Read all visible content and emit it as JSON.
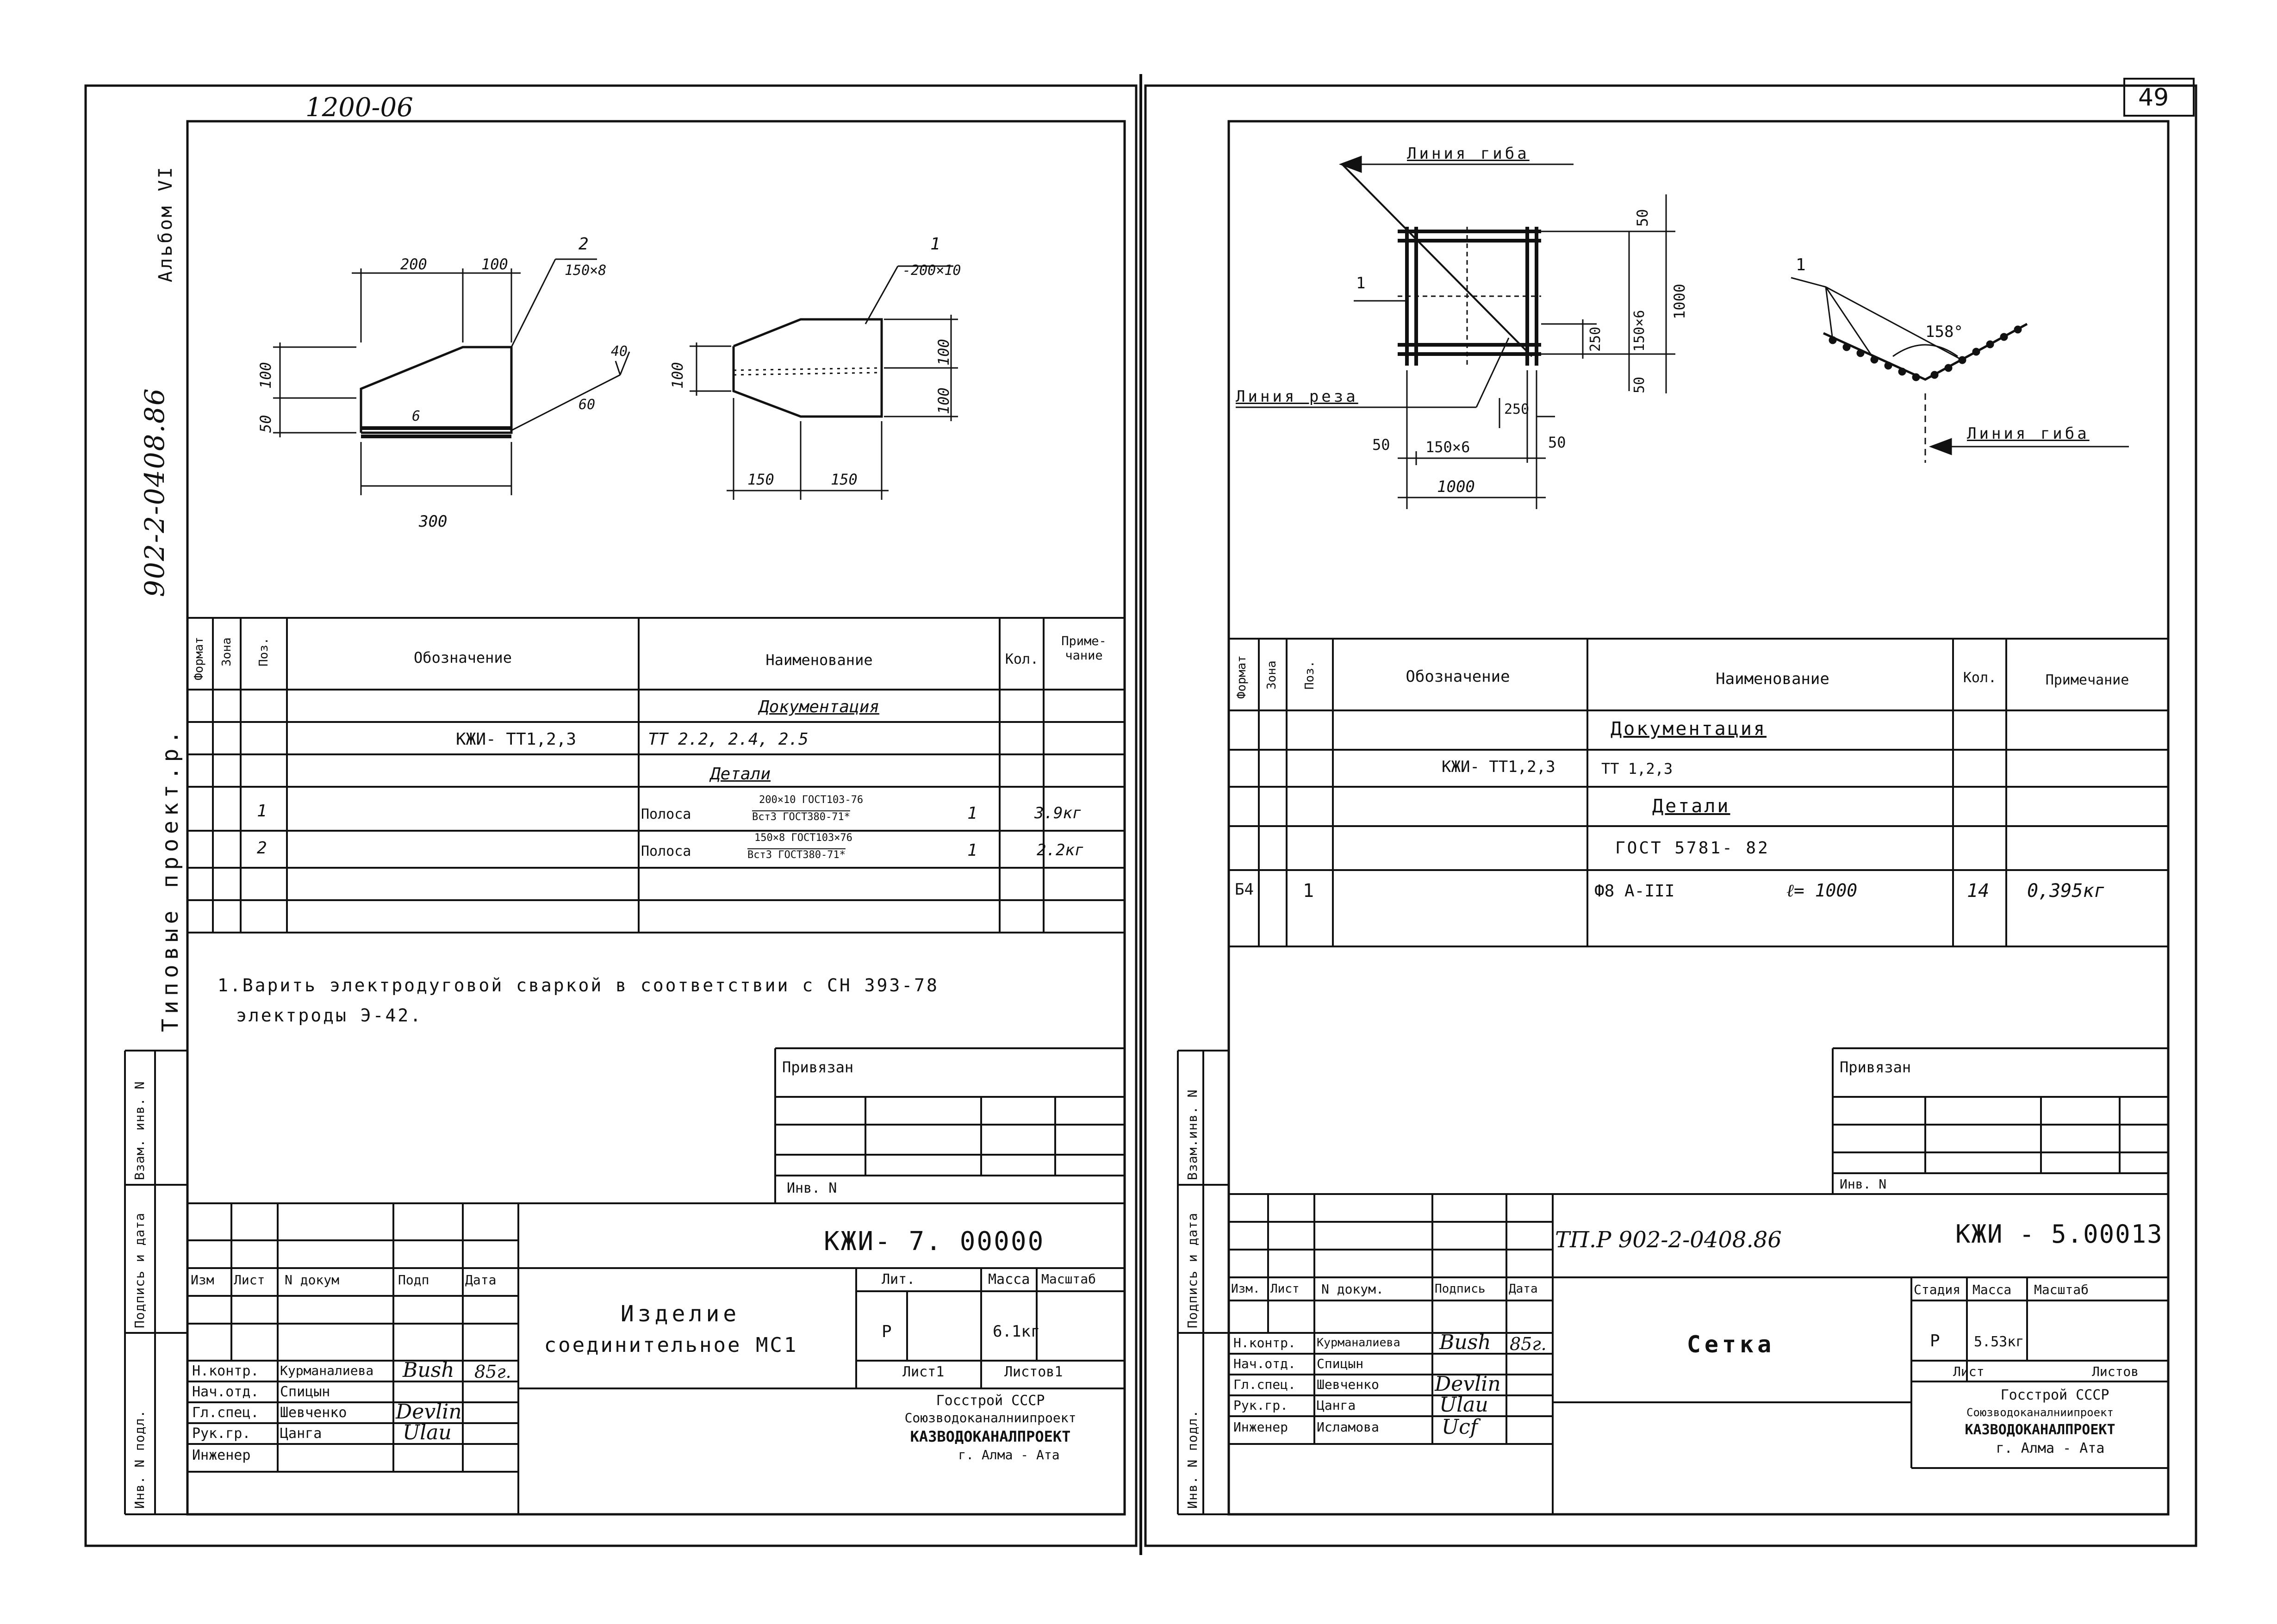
{
  "page_number": "49",
  "left": {
    "top_code": "1200-06",
    "album": "Альбом VI",
    "series": "Типовые проект.р.",
    "project_code": "902-2-0408.86",
    "drawing": {
      "dims_left": {
        "d200": "200",
        "d100": "100",
        "pos2": "2",
        "pos2_size": "150×8",
        "d40": "40",
        "d60": "60",
        "v100": "100",
        "v50": "50",
        "bottom": "300",
        "weld": "6"
      },
      "dims_right": {
        "pos1": "1",
        "pos1_size": "-200×10",
        "l100": "100",
        "r100a": "100",
        "r100b": "100",
        "b150a": "150",
        "b150b": "150"
      }
    },
    "spec": {
      "headers": {
        "format": "Формат",
        "zone": "Зона",
        "pos": "Поз.",
        "designation": "Обозначение",
        "name": "Наименование",
        "qty": "Кол.",
        "note": "Приме-чание"
      },
      "rows": [
        {
          "name": "Документация"
        },
        {
          "designation": "КЖИ- ТТ1,2,3",
          "name": "ТТ 2.2, 2.4, 2.5"
        },
        {
          "name": "Детали"
        },
        {
          "pos": "1",
          "name": "Полоса",
          "spec_top": "200×10 ГОСТ103-76",
          "spec_bot": "Вст3 ГОСТ380-71*",
          "qty": "1",
          "note": "3.9кг"
        },
        {
          "pos": "2",
          "name": "Полоса",
          "spec_top": "150×8 ГОСТ103×76",
          "spec_bot": "Вст3 ГОСТ380-71*",
          "qty": "1",
          "note": "2.2кг"
        }
      ]
    },
    "notes": [
      "1.Варить электродуговой сваркой в соответствии с СН 393-78",
      "электроды Э-42."
    ],
    "privyazan": "Привязан",
    "inv": "Инв. N",
    "side_labels": [
      "Инв. N подл.",
      "Подпись и дата",
      "Взам. инв. N"
    ],
    "title_block": {
      "code": "КЖИ- 7. 00000",
      "headers": [
        "Изм",
        "Лист",
        "N докум",
        "Подп",
        "Дата"
      ],
      "roles": [
        "Н.контр.",
        "Нач.отд.",
        "Гл.спец.",
        "Рук.гр.",
        "Инженер"
      ],
      "names": [
        "Курманалиева",
        "Спицын",
        "Шевченко",
        "Цанга",
        ""
      ],
      "signatures": [
        "Bush",
        "",
        "Devlin",
        "Ulau",
        ""
      ],
      "date": "85г.",
      "title": [
        "Изделие",
        "соединительное МС1"
      ],
      "lit": "Лит.",
      "mass": "Масса",
      "scale": "Масштаб",
      "lit_val": "Р",
      "mass_val": "6.1кг",
      "sheet": "Лист1",
      "sheets": "Листов1",
      "org": [
        "Госстрой СССР",
        "Союзводоканалниипроект",
        "КАЗВОДОКАНАЛПРОЕКТ",
        "г. Алма - Ата"
      ]
    }
  },
  "right": {
    "drawing": {
      "bend_line_top": "Линия гиба",
      "bend_line_right": "Линия гиба",
      "cut_line": "Линия реза",
      "pos1_a": "1",
      "pos1_b": "1",
      "d50a": "50",
      "d150x6v": "150×6",
      "d1000v": "1000",
      "d250a": "250",
      "d50b": "50",
      "d250b": "250",
      "d50c": "50",
      "d50d": "50",
      "d150x6h": "150×6",
      "d1000h": "1000",
      "angle": "158°"
    },
    "spec": {
      "headers": {
        "format": "Формат",
        "zone": "Зона",
        "pos": "Поз.",
        "designation": "Обозначение",
        "name": "Наименование",
        "qty": "Кол.",
        "note": "Примечание"
      },
      "rows": [
        {
          "name": "Документация"
        },
        {
          "designation": "КЖИ- ТТ1,2,3",
          "name": "ТТ 1,2,3"
        },
        {
          "name": "Детали"
        },
        {
          "name": "ГОСТ 5781- 82"
        },
        {
          "format": "Б4",
          "pos": "1",
          "name": "Ф8 А-III",
          "length": "ℓ= 1000",
          "qty": "14",
          "note": "0,395кг"
        }
      ]
    },
    "privyazan": "Привязан",
    "inv": "Инв. N",
    "side_labels": [
      "Инв. N подл.",
      "Подпись и дата",
      "Взам.инв. N"
    ],
    "title_block": {
      "project": "ТП.Р 902-2-0408.86",
      "code": "КЖИ - 5.00013",
      "headers": [
        "Изм.",
        "Лист",
        "N докум.",
        "Подпись",
        "Дата"
      ],
      "roles": [
        "Н.контр.",
        "Нач.отд.",
        "Гл.спец.",
        "Рук.гр.",
        "Инженер"
      ],
      "names": [
        "Курманалиева",
        "Спицын",
        "Шевченко",
        "Цанга",
        "Исламова"
      ],
      "signatures": [
        "Bush",
        "",
        "Devlin",
        "Ulau",
        "Ucf"
      ],
      "date": "85г.",
      "title": "Сетка",
      "stage": "Стадия",
      "mass": "Масса",
      "scale": "Масштаб",
      "stage_val": "Р",
      "mass_val": "5.53кг",
      "sheet": "Лист",
      "sheets": "Листов",
      "org": [
        "Госстрой СССР",
        "Союзводоканалниипроект",
        "КАЗВОДОКАНАЛПРОЕКТ",
        "г. Алма - Ата"
      ]
    }
  }
}
